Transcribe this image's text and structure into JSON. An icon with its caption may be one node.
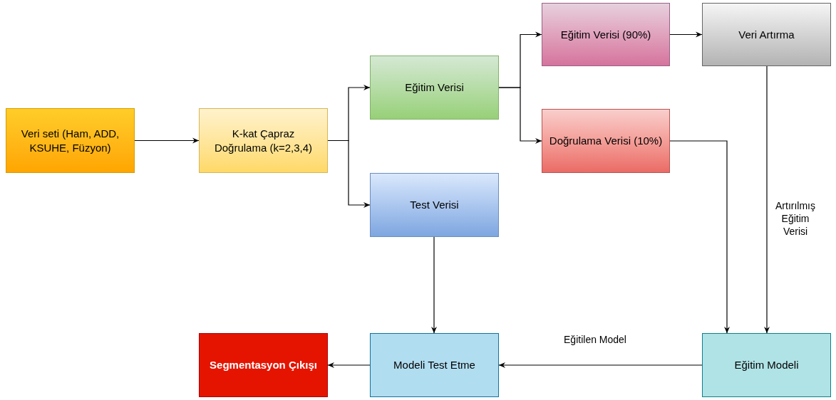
{
  "diagram": {
    "nodes": [
      {
        "text": [
          "Veri seti (Ham, ADD, KSUHE, Füzyon)"
        ]
      },
      {
        "text": [
          "K-kat Çapraz Doğrulama (k=2,3,4)"
        ]
      },
      {
        "text": [
          "Eğitim Verisi"
        ]
      },
      {
        "text": [
          "Test Verisi"
        ]
      },
      {
        "text": [
          "Eğitim Verisi (90%)"
        ]
      },
      {
        "text": [
          "Veri Artırma"
        ]
      },
      {
        "text": [
          "Doğrulama Verisi (10%)"
        ]
      },
      {
        "text": [
          "Segmentasyon Çıkışı"
        ]
      },
      {
        "text": [
          "Modeli Test Etme"
        ]
      },
      {
        "text": [
          "Eğitim Modeli"
        ]
      }
    ],
    "edges": [
      {
        "from": 0,
        "to": 1,
        "arrow": "to"
      },
      {
        "from": 1,
        "to": 2,
        "arrow": "to"
      },
      {
        "from": 1,
        "to": 3,
        "arrow": "to"
      },
      {
        "from": 2,
        "to": 4,
        "arrow": "to"
      },
      {
        "from": 2,
        "to": 6,
        "arrow": "to"
      },
      {
        "from": 4,
        "to": 5,
        "arrow": "to"
      },
      {
        "from": 5,
        "to": 9,
        "arrow": "to",
        "label": "Artırılmış Eğitim Verisi"
      },
      {
        "from": 6,
        "to": 9,
        "arrow": "to"
      },
      {
        "from": 3,
        "to": 8,
        "arrow": "to"
      },
      {
        "from": 9,
        "to": 8,
        "arrow": "to",
        "label": "Eğitilen Model"
      },
      {
        "from": 8,
        "to": 7,
        "arrow": "to"
      }
    ]
  }
}
